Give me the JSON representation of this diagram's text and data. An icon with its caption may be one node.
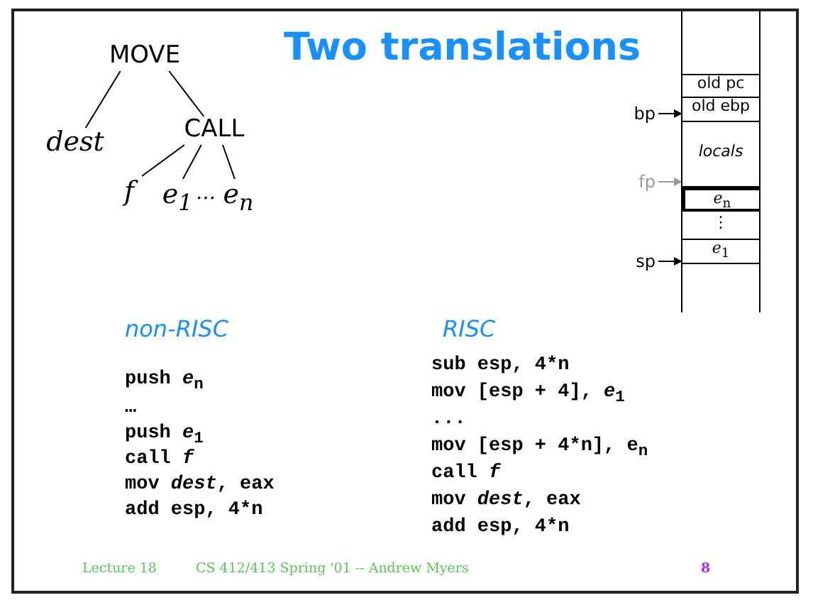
{
  "diagram": {
    "title": "Two translations",
    "nodes": [
      {
        "text": [
          "MOVE"
        ]
      },
      {
        "text": [
          "*dest*"
        ]
      },
      {
        "text": [
          "CALL"
        ]
      },
      {
        "text": [
          "*f*"
        ]
      },
      {
        "text": [
          "*e*$_{1}$"
        ]
      },
      {
        "text": [
          "*e*$_{n}$"
        ]
      },
      {
        "text": [],
        "shape": "box"
      },
      {
        "text": [
          "old pc"
        ],
        "in": 6
      },
      {
        "text": [
          "old ebp"
        ],
        "in": 6
      },
      {
        "text": [
          "bp"
        ]
      },
      {
        "text": [
          "locals"
        ],
        "in": 6
      },
      {
        "text": [
          "fp"
        ]
      },
      {
        "text": [
          "*e*$_{n}$"
        ],
        "in": 6
      },
      {
        "text": [
          "⋮"
        ],
        "in": 6
      },
      {
        "text": [
          "*e*$_{1}$"
        ],
        "in": 6
      },
      {
        "text": [
          "sp"
        ]
      }
    ],
    "edges": [
      {
        "from": 0,
        "to": 1,
        "arrow": "none"
      },
      {
        "from": 0,
        "to": 2,
        "arrow": "none"
      },
      {
        "from": 2,
        "to": 3,
        "arrow": "none"
      },
      {
        "from": 2,
        "to": 4,
        "arrow": "none"
      },
      {
        "from": 2,
        "to": 5,
        "arrow": "none"
      },
      {
        "from": 9,
        "to": 6,
        "arrow": "to"
      },
      {
        "from": 11,
        "to": 6,
        "arrow": "to",
        "color": "#999999"
      },
      {
        "from": 15,
        "to": 6,
        "arrow": "to"
      }
    ],
    "labels": [
      "…",
      "non-RISC",
      "RISC",
      "push *e*$_{n}$",
      "…",
      "push *e*$_{1}$",
      "call *f*",
      "mov *dest*, eax",
      "add esp, 4*n",
      "sub esp, 4*n",
      "mov [esp + 4], *e*$_{1}$",
      "...",
      "mov [esp + 4*n], e$_{n}$",
      "call *f*",
      "mov *dest*, eax",
      "add esp, 4*n",
      "Lecture 18",
      "CS 412/413 Spring '01 -- Andrew Myers",
      "8"
    ]
  }
}
